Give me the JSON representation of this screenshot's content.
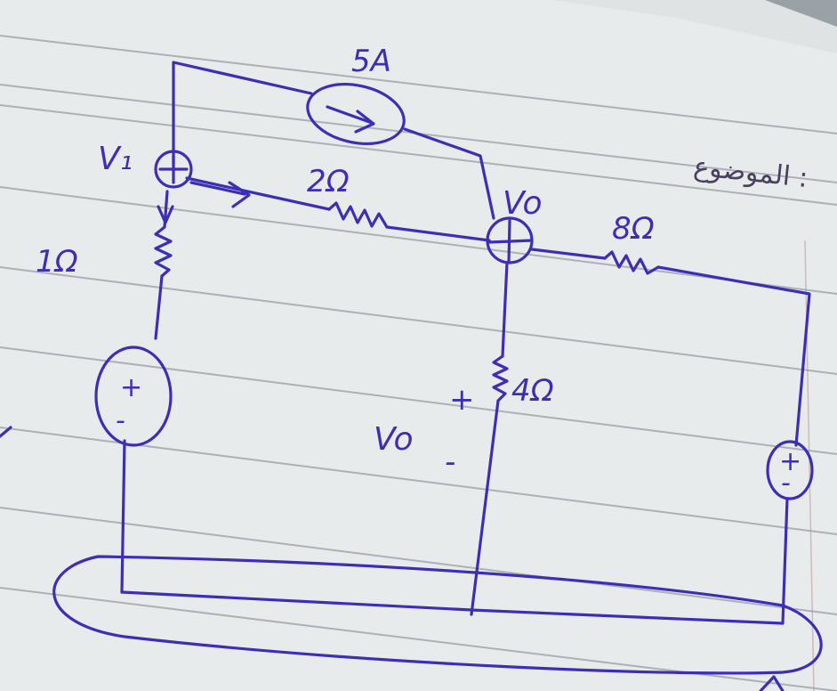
{
  "paper": {
    "page_bg": "#8d9498",
    "paper_color": "#e9ecec",
    "ink_color": "#3b2fb5",
    "margin_text": "الموضوع :"
  },
  "circuit": {
    "current_source": {
      "label": "5A",
      "direction": "left-to-right"
    },
    "nodes": [
      {
        "id": "v1",
        "label": "V₁"
      },
      {
        "id": "vo",
        "label": "Vo"
      }
    ],
    "resistors": [
      {
        "id": "r_v1_vo",
        "label": "2Ω"
      },
      {
        "id": "r_vo_right",
        "label": "8Ω"
      },
      {
        "id": "r_v1_down",
        "label": "1Ω"
      },
      {
        "id": "r_vo_down",
        "label": "4Ω"
      }
    ],
    "voltage_sources": [
      {
        "id": "vs_left",
        "polarity_top": "+",
        "polarity_bottom": "-"
      },
      {
        "id": "vs_right",
        "polarity_top": "+",
        "polarity_bottom": "-"
      }
    ],
    "output_marker": {
      "label": "Vo",
      "plus": "+",
      "minus": "-"
    }
  }
}
